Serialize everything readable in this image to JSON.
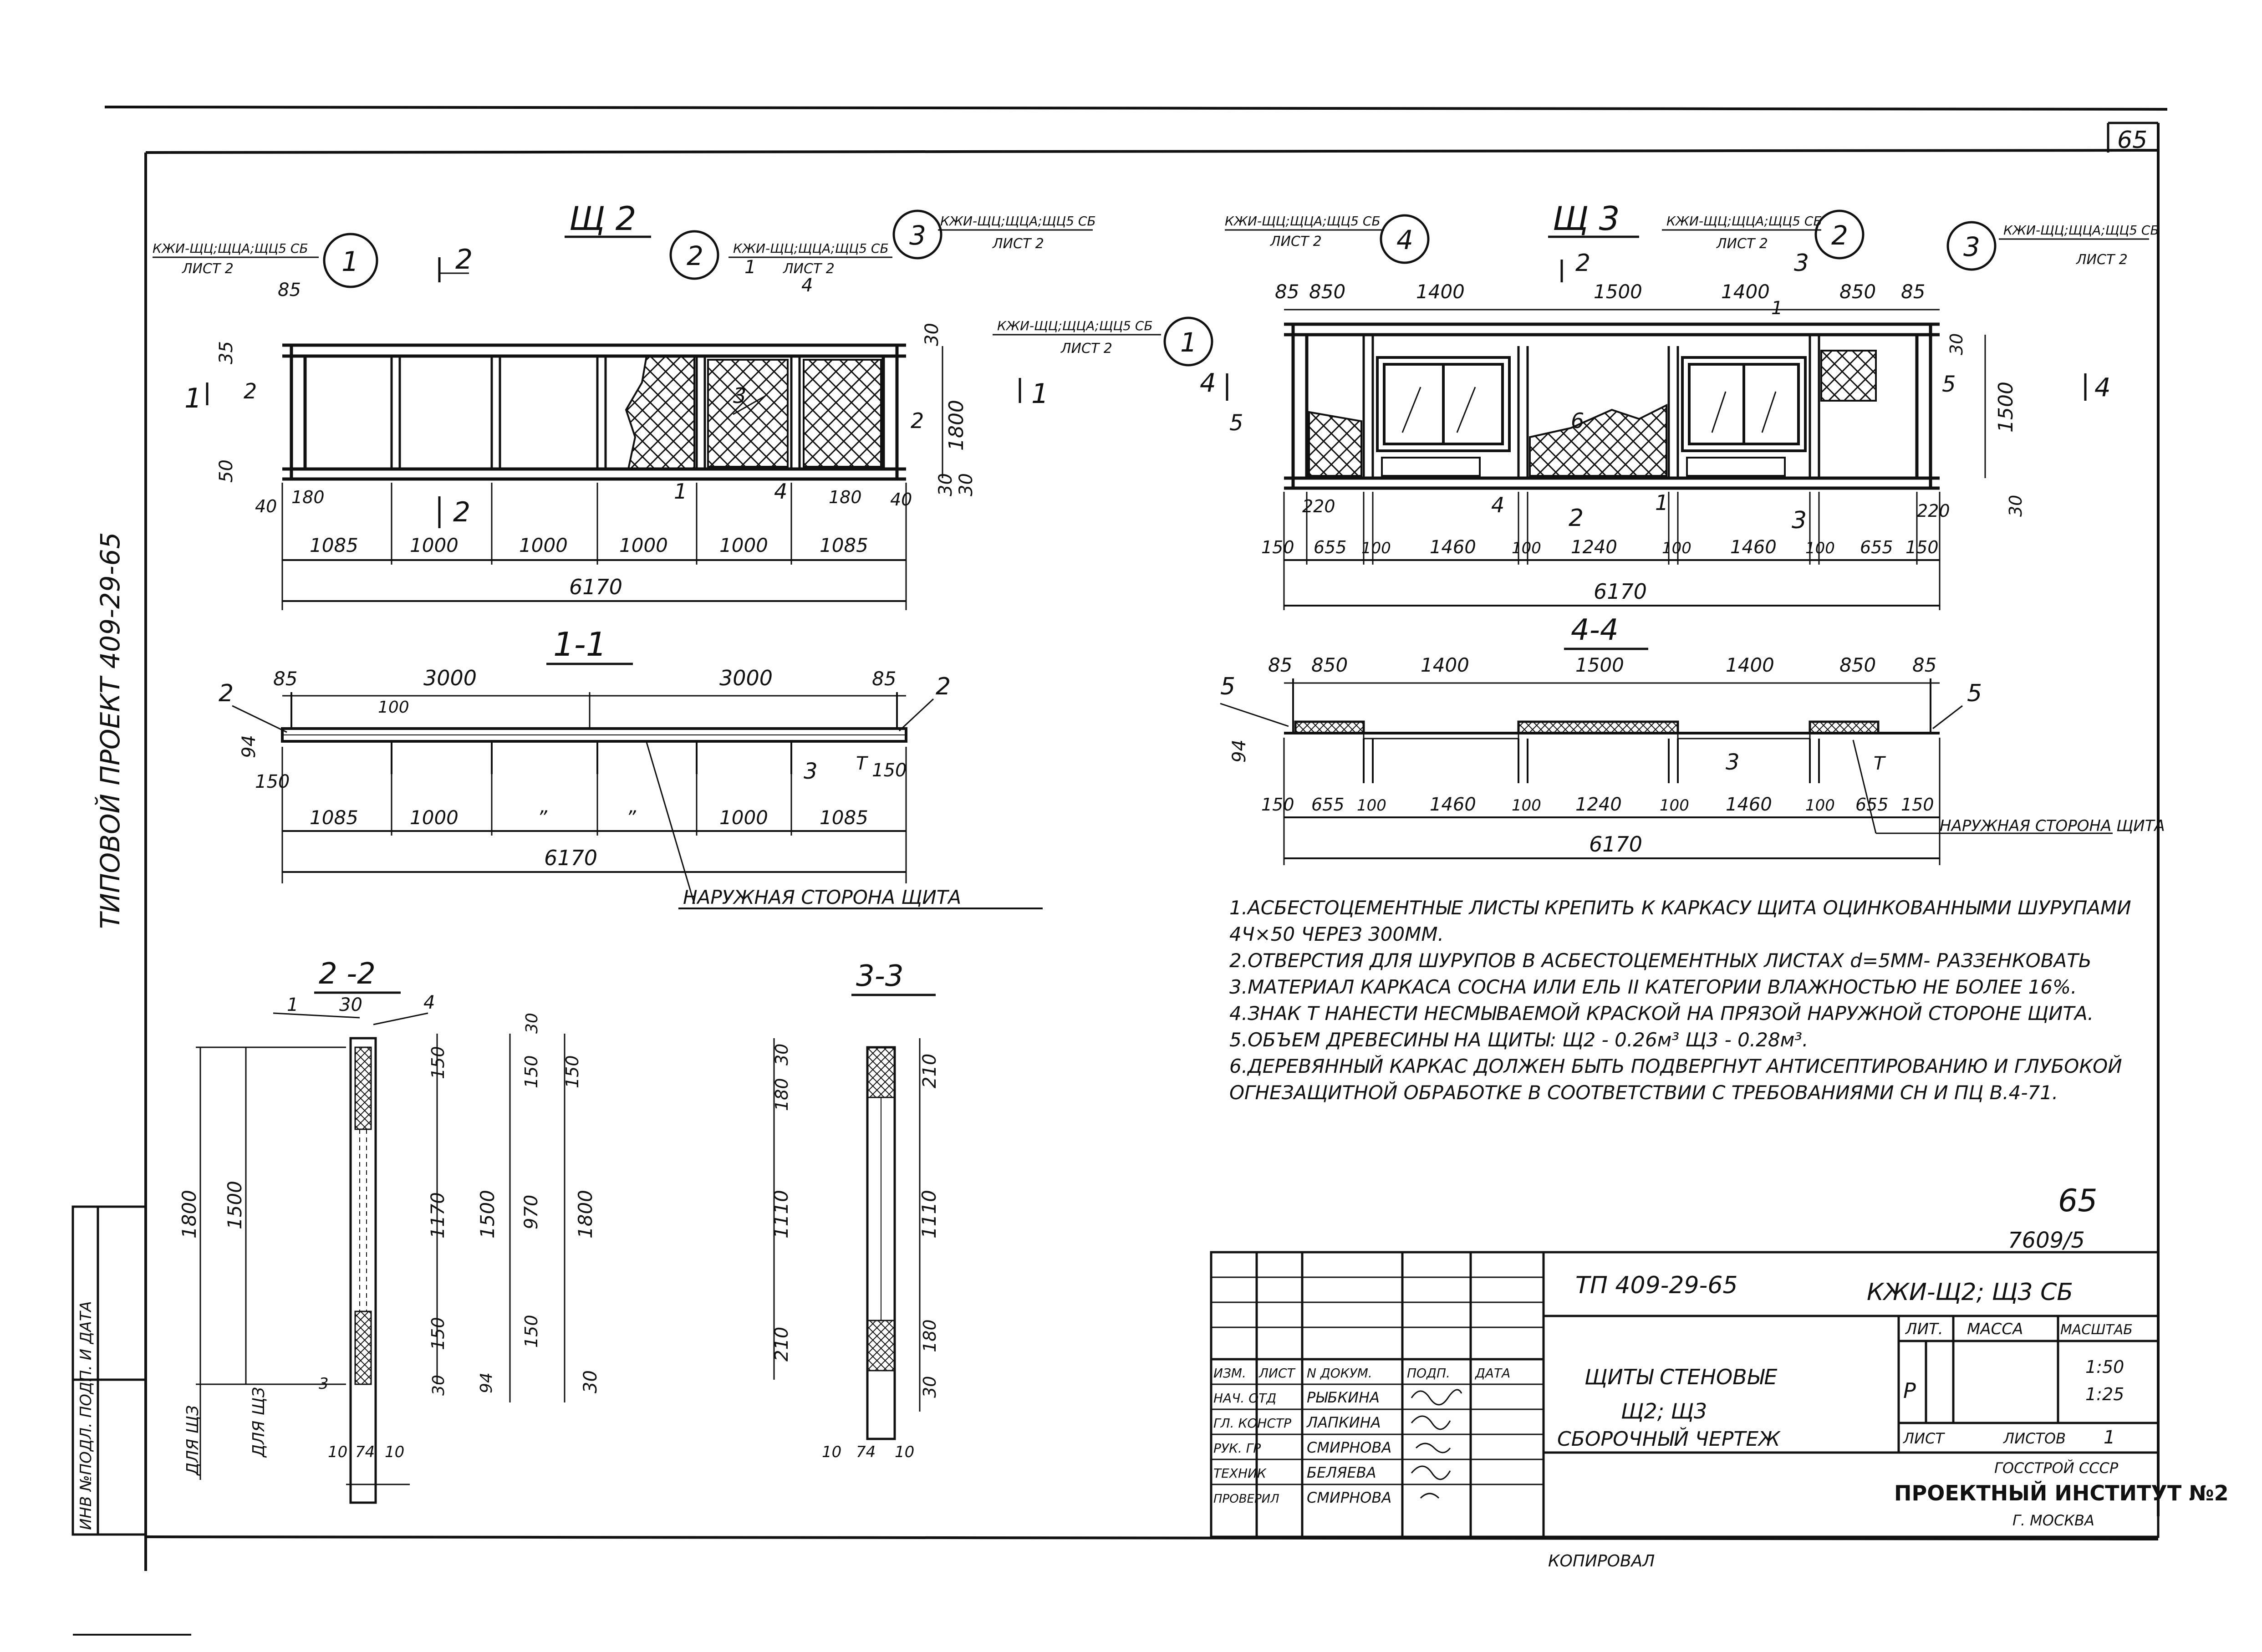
{
  "sheet": {
    "page_number": "65",
    "side_stamp": "ТИПОВОЙ ПРОЕКТ 409-29-65",
    "side_stamp_box": "ИНВ №ПОДЛ.   ПОДП. И ДАТА",
    "copied_by": "КОПИРОВАЛ"
  },
  "views": {
    "sch2": {
      "title": "Щ 2",
      "ref_left": "КЖИ-ЩЦ;ЩЦА;ЩЦ5 СБ",
      "ref_left_sheet": "ЛИСТ 2",
      "ref_mid": "КЖИ-ЩЦ;ЩЦА;ЩЦ5 СБ",
      "ref_mid_sheet": "ЛИСТ 2",
      "ref_right": "КЖИ-ЩЦ;ЩЦА;ЩЦ5 СБ",
      "ref_right_sheet": "ЛИСТ 2",
      "balloons": [
        "1",
        "2",
        "3"
      ],
      "section_marks": [
        "2",
        "1",
        "2",
        "1"
      ],
      "part_marks": [
        "1",
        "4",
        "2",
        "3",
        "2",
        "1",
        "4"
      ],
      "dims_top": [
        "85",
        "35",
        "50",
        "30",
        "30"
      ],
      "dims_side": [
        "1800",
        "30"
      ],
      "dims_bottom_small": [
        "40",
        "180",
        "180",
        "40"
      ],
      "dims_bottom": [
        "1085",
        "1000",
        "1000",
        "1000",
        "1000",
        "1085"
      ],
      "overall": "6170"
    },
    "sch3": {
      "title": "Щ 3",
      "ref_left": "КЖИ-ЩЦ;ЩЦА;ЩЦ5 СБ",
      "ref_left_sheet": "ЛИСТ 2",
      "ref_mid": "КЖИ-ЩЦ;ЩЦА;ЩЦ5 СБ",
      "ref_mid_sheet": "ЛИСТ 2",
      "ref_right": "КЖИ-ЩЦ;ЩЦА;ЩЦ5 СБ",
      "ref_right_sheet": "ЛИСТ 2",
      "ref_far": "КЖИ-ЩЦ;ЩЦА;ЩЦ5 СБ",
      "ref_far_sheet": "ЛИСТ 2",
      "balloons": [
        "4",
        "2",
        "3",
        "1"
      ],
      "dims_top": [
        "85",
        "850",
        "1400",
        "1500",
        "1400",
        "850",
        "85"
      ],
      "section_marks": [
        "2",
        "3",
        "4",
        "4",
        "2",
        "3"
      ],
      "part_marks": [
        "5",
        "6",
        "4",
        "1",
        "5",
        "1"
      ],
      "dims_side": [
        "1500",
        "30",
        "30"
      ],
      "dims_bottom_small": [
        "220",
        "220"
      ],
      "dims_bottom": [
        "150",
        "655",
        "100",
        "1460",
        "100",
        "1240",
        "100",
        "1460",
        "100",
        "655",
        "150"
      ],
      "overall": "6170"
    },
    "sec11": {
      "title": "1-1",
      "dims_top": [
        "85",
        "3000",
        "3000",
        "85"
      ],
      "part_marks": [
        "2",
        "2",
        "3"
      ],
      "dims_side": [
        "94",
        "150",
        "150"
      ],
      "small": "100",
      "dims_bottom": [
        "1085",
        "1000",
        "”",
        "”",
        "1000",
        "1085"
      ],
      "overall": "6170",
      "leader_label": "НАРУЖНАЯ СТОРОНА ЩИТА",
      "sign": "T"
    },
    "sec44": {
      "title": "4-4",
      "dims_top": [
        "85",
        "850",
        "1400",
        "1500",
        "1400",
        "850",
        "85"
      ],
      "part_marks": [
        "5",
        "5",
        "3"
      ],
      "dims_side": [
        "94"
      ],
      "dims_bottom": [
        "150",
        "655",
        "100",
        "1460",
        "100",
        "1240",
        "100",
        "1460",
        "100",
        "655",
        "150"
      ],
      "overall": "6170",
      "leader_label": "НАРУЖНАЯ СТОРОНА ЩИТА",
      "sign": "T"
    },
    "sec22": {
      "title": "2 -2",
      "marks": [
        "1",
        "30",
        "4"
      ],
      "dims_left": [
        "1800",
        "1500"
      ],
      "dims_mid": [
        "150",
        "1170",
        "150",
        "30",
        "94"
      ],
      "dims_right": [
        "1500",
        "150",
        "30",
        "150",
        "970",
        "150",
        "1800",
        "30"
      ],
      "bottom": [
        "10",
        "74",
        "10"
      ],
      "notes": [
        "ДЛЯ ЩЗ",
        "ДЛЯ ЩЗ",
        "3"
      ]
    },
    "sec33": {
      "title": "3-3",
      "dims_left": [
        "30",
        "180",
        "1110",
        "210"
      ],
      "dims_right": [
        "210",
        "1110",
        "180",
        "30"
      ],
      "bottom": [
        "10",
        "74",
        "10"
      ]
    }
  },
  "notes": [
    "1.АСБЕСТОЦЕМЕНТНЫЕ ЛИСТЫ КРЕПИТЬ К КАРКАСУ ЩИТА ОЦИНКОВАННЫМИ ШУРУПАМИ 4Ч×50 ЧЕРЕЗ 300ММ.",
    "2.ОТВЕРСТИЯ ДЛЯ ШУРУПОВ В АСБЕСТОЦЕМЕНТНЫХ ЛИСТАХ d=5ММ- РАЗЗЕНКОВАТЬ",
    "3.МАТЕРИАЛ КАРКАСА СОСНА ИЛИ ЕЛЬ II КАТЕГОРИИ ВЛАЖНОСТЬЮ НЕ БОЛЕЕ 16%.",
    "4.ЗНАК T НАНЕСТИ НЕСМЫВАЕМОЙ КРАСКОЙ НА ПРЯЗОЙ НАРУЖНОЙ СТОРОНЕ ЩИТА.",
    "5.ОБЪЕМ ДРЕВЕСИНЫ НА ЩИТЫ: Щ2 - 0.26м³ Щ3 - 0.28м³.",
    "6.ДЕРЕВЯННЫЙ КАРКАС ДОЛЖЕН БЫТЬ ПОДВЕРГНУТ АНТИСЕПТИРОВАНИЮ И ГЛУБОКОЙ ОГНЕЗАЩИТНОЙ ОБРАБОТКЕ В СООТВЕТСТВИИ С ТРЕБОВАНИЯМИ СН И ПЦ В.4-71."
  ],
  "stamp_marks": {
    "sheet": "65",
    "archive": "7609/5"
  },
  "title_block": {
    "project": "ТП 409-29-65",
    "code": "КЖИ-Щ2; Щ3 СБ",
    "title_line1": "ЩИТЫ СТЕНОВЫЕ",
    "title_line2": "Щ2; Щ3",
    "title_line3": "СБОРОЧНЫЙ ЧЕРТЕЖ",
    "col_heads": [
      "ИЗМ.",
      "ЛИСТ",
      "N ДОКУМ.",
      "ПОДП.",
      "ДАТА"
    ],
    "rows": [
      {
        "role": "НАЧ. ОТД",
        "name": "РЫБКИНА"
      },
      {
        "role": "ГЛ. КОНСТР",
        "name": "ЛАПКИНА"
      },
      {
        "role": "РУК. ГР",
        "name": "СМИРНОВА"
      },
      {
        "role": "ТЕХНИК",
        "name": "БЕЛЯЕВА"
      },
      {
        "role": "ПРОВЕРИЛ",
        "name": "СМИРНОВА"
      }
    ],
    "lit_head": "ЛИТ.",
    "mass_head": "МАССА",
    "scale_head": "МАСШТАБ",
    "lit": "Р",
    "scale1": "1:50",
    "scale2": "1:25",
    "sheet_label": "ЛИСТ",
    "sheets_label": "ЛИСТОВ",
    "sheets_count": "1",
    "org1": "ГОССТРОЙ СССР",
    "org2": "ПРОЕКТНЫЙ ИНСТИТУТ №2",
    "org3": "Г. МОСКВА"
  }
}
